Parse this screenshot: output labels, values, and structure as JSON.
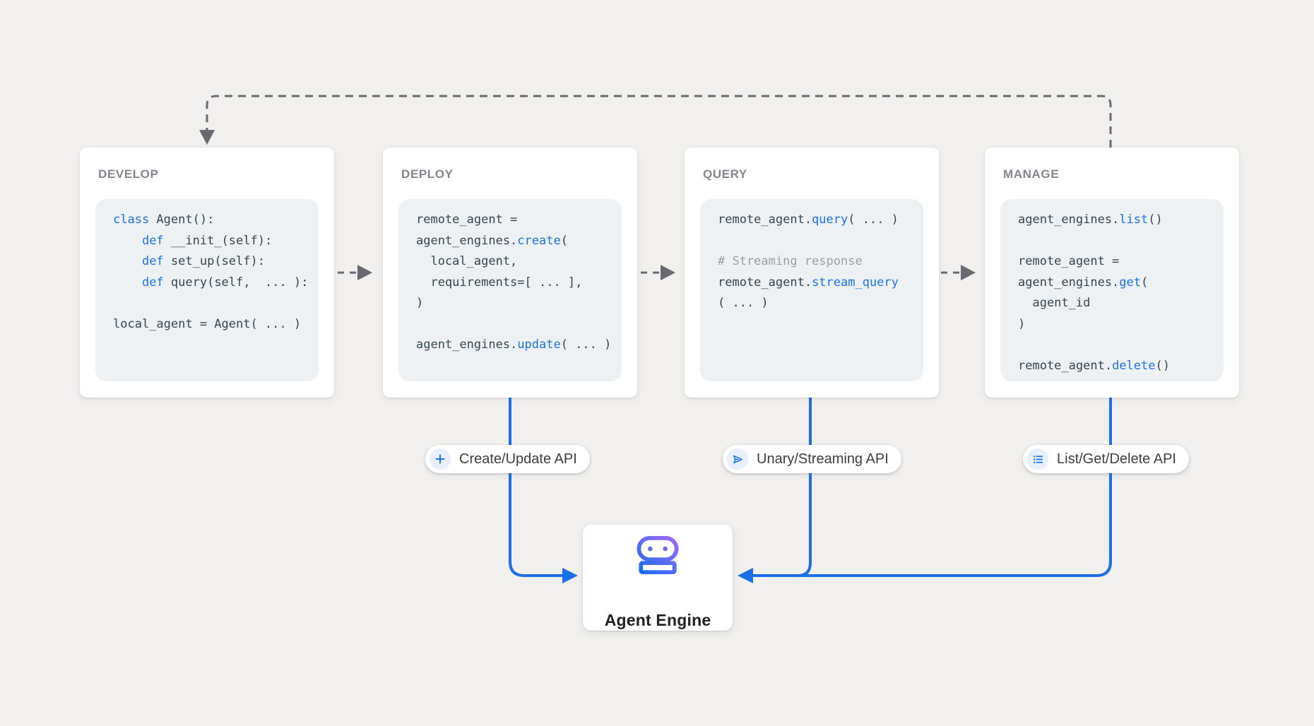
{
  "cards": [
    {
      "title": "DEVELOP",
      "code": [
        [
          {
            "t": "class",
            "c": "kw"
          },
          {
            "t": " Agent():",
            "c": "plain"
          }
        ],
        [
          {
            "t": "    ",
            "c": "plain"
          },
          {
            "t": "def",
            "c": "kw"
          },
          {
            "t": " __init_(self):",
            "c": "plain"
          }
        ],
        [
          {
            "t": "    ",
            "c": "plain"
          },
          {
            "t": "def",
            "c": "kw"
          },
          {
            "t": " set_up(self):",
            "c": "plain"
          }
        ],
        [
          {
            "t": "    ",
            "c": "plain"
          },
          {
            "t": "def",
            "c": "kw"
          },
          {
            "t": " query(self,  ... ):",
            "c": "plain"
          }
        ],
        [],
        [
          {
            "t": "local_agent = Agent( ... )",
            "c": "plain"
          }
        ]
      ]
    },
    {
      "title": "DEPLOY",
      "code": [
        [
          {
            "t": "remote_agent =",
            "c": "plain"
          }
        ],
        [
          {
            "t": "agent_engines.",
            "c": "plain"
          },
          {
            "t": "create",
            "c": "kw"
          },
          {
            "t": "(",
            "c": "plain"
          }
        ],
        [
          {
            "t": "  local_agent,",
            "c": "plain"
          }
        ],
        [
          {
            "t": "  requirements=[ ... ],",
            "c": "plain"
          }
        ],
        [
          {
            "t": ")",
            "c": "plain"
          }
        ],
        [],
        [
          {
            "t": "agent_engines.",
            "c": "plain"
          },
          {
            "t": "update",
            "c": "kw"
          },
          {
            "t": "( ... )",
            "c": "plain"
          }
        ]
      ]
    },
    {
      "title": "QUERY",
      "code": [
        [
          {
            "t": "remote_agent.",
            "c": "plain"
          },
          {
            "t": "query",
            "c": "kw"
          },
          {
            "t": "( ... )",
            "c": "plain"
          }
        ],
        [],
        [
          {
            "t": "# Streaming response",
            "c": "comment"
          }
        ],
        [
          {
            "t": "remote_agent.",
            "c": "plain"
          },
          {
            "t": "stream_query",
            "c": "kw"
          }
        ],
        [
          {
            "t": "( ... )",
            "c": "plain"
          }
        ]
      ]
    },
    {
      "title": "MANAGE",
      "code": [
        [
          {
            "t": "agent_engines.",
            "c": "plain"
          },
          {
            "t": "list",
            "c": "kw"
          },
          {
            "t": "()",
            "c": "plain"
          }
        ],
        [],
        [
          {
            "t": "remote_agent =",
            "c": "plain"
          }
        ],
        [
          {
            "t": "agent_engines.",
            "c": "plain"
          },
          {
            "t": "get",
            "c": "kw"
          },
          {
            "t": "(",
            "c": "plain"
          }
        ],
        [
          {
            "t": "  agent_id",
            "c": "plain"
          }
        ],
        [
          {
            "t": ")",
            "c": "plain"
          }
        ],
        [],
        [
          {
            "t": "remote_agent.",
            "c": "plain"
          },
          {
            "t": "delete",
            "c": "kw"
          },
          {
            "t": "()",
            "c": "plain"
          }
        ]
      ]
    }
  ],
  "pills": [
    {
      "icon": "plus-icon",
      "label": "Create/Update API"
    },
    {
      "icon": "send-icon",
      "label": "Unary/Streaming API"
    },
    {
      "icon": "list-icon",
      "label": "List/Get/Delete API"
    }
  ],
  "engine": {
    "label": "Agent Engine"
  },
  "colors": {
    "background": "#f2f0ee",
    "keyword_blue": "#1a73e8",
    "code_text": "#37474f",
    "comment_gray": "#9aa0a6",
    "title_gray": "#82878c",
    "dashed_gray": "#676b6f",
    "connector_blue": "#1d6fe8",
    "pill_icon_bg": "#e8f0fe",
    "robot_purple": "#a168f5",
    "robot_blue": "#1b6cf0"
  }
}
